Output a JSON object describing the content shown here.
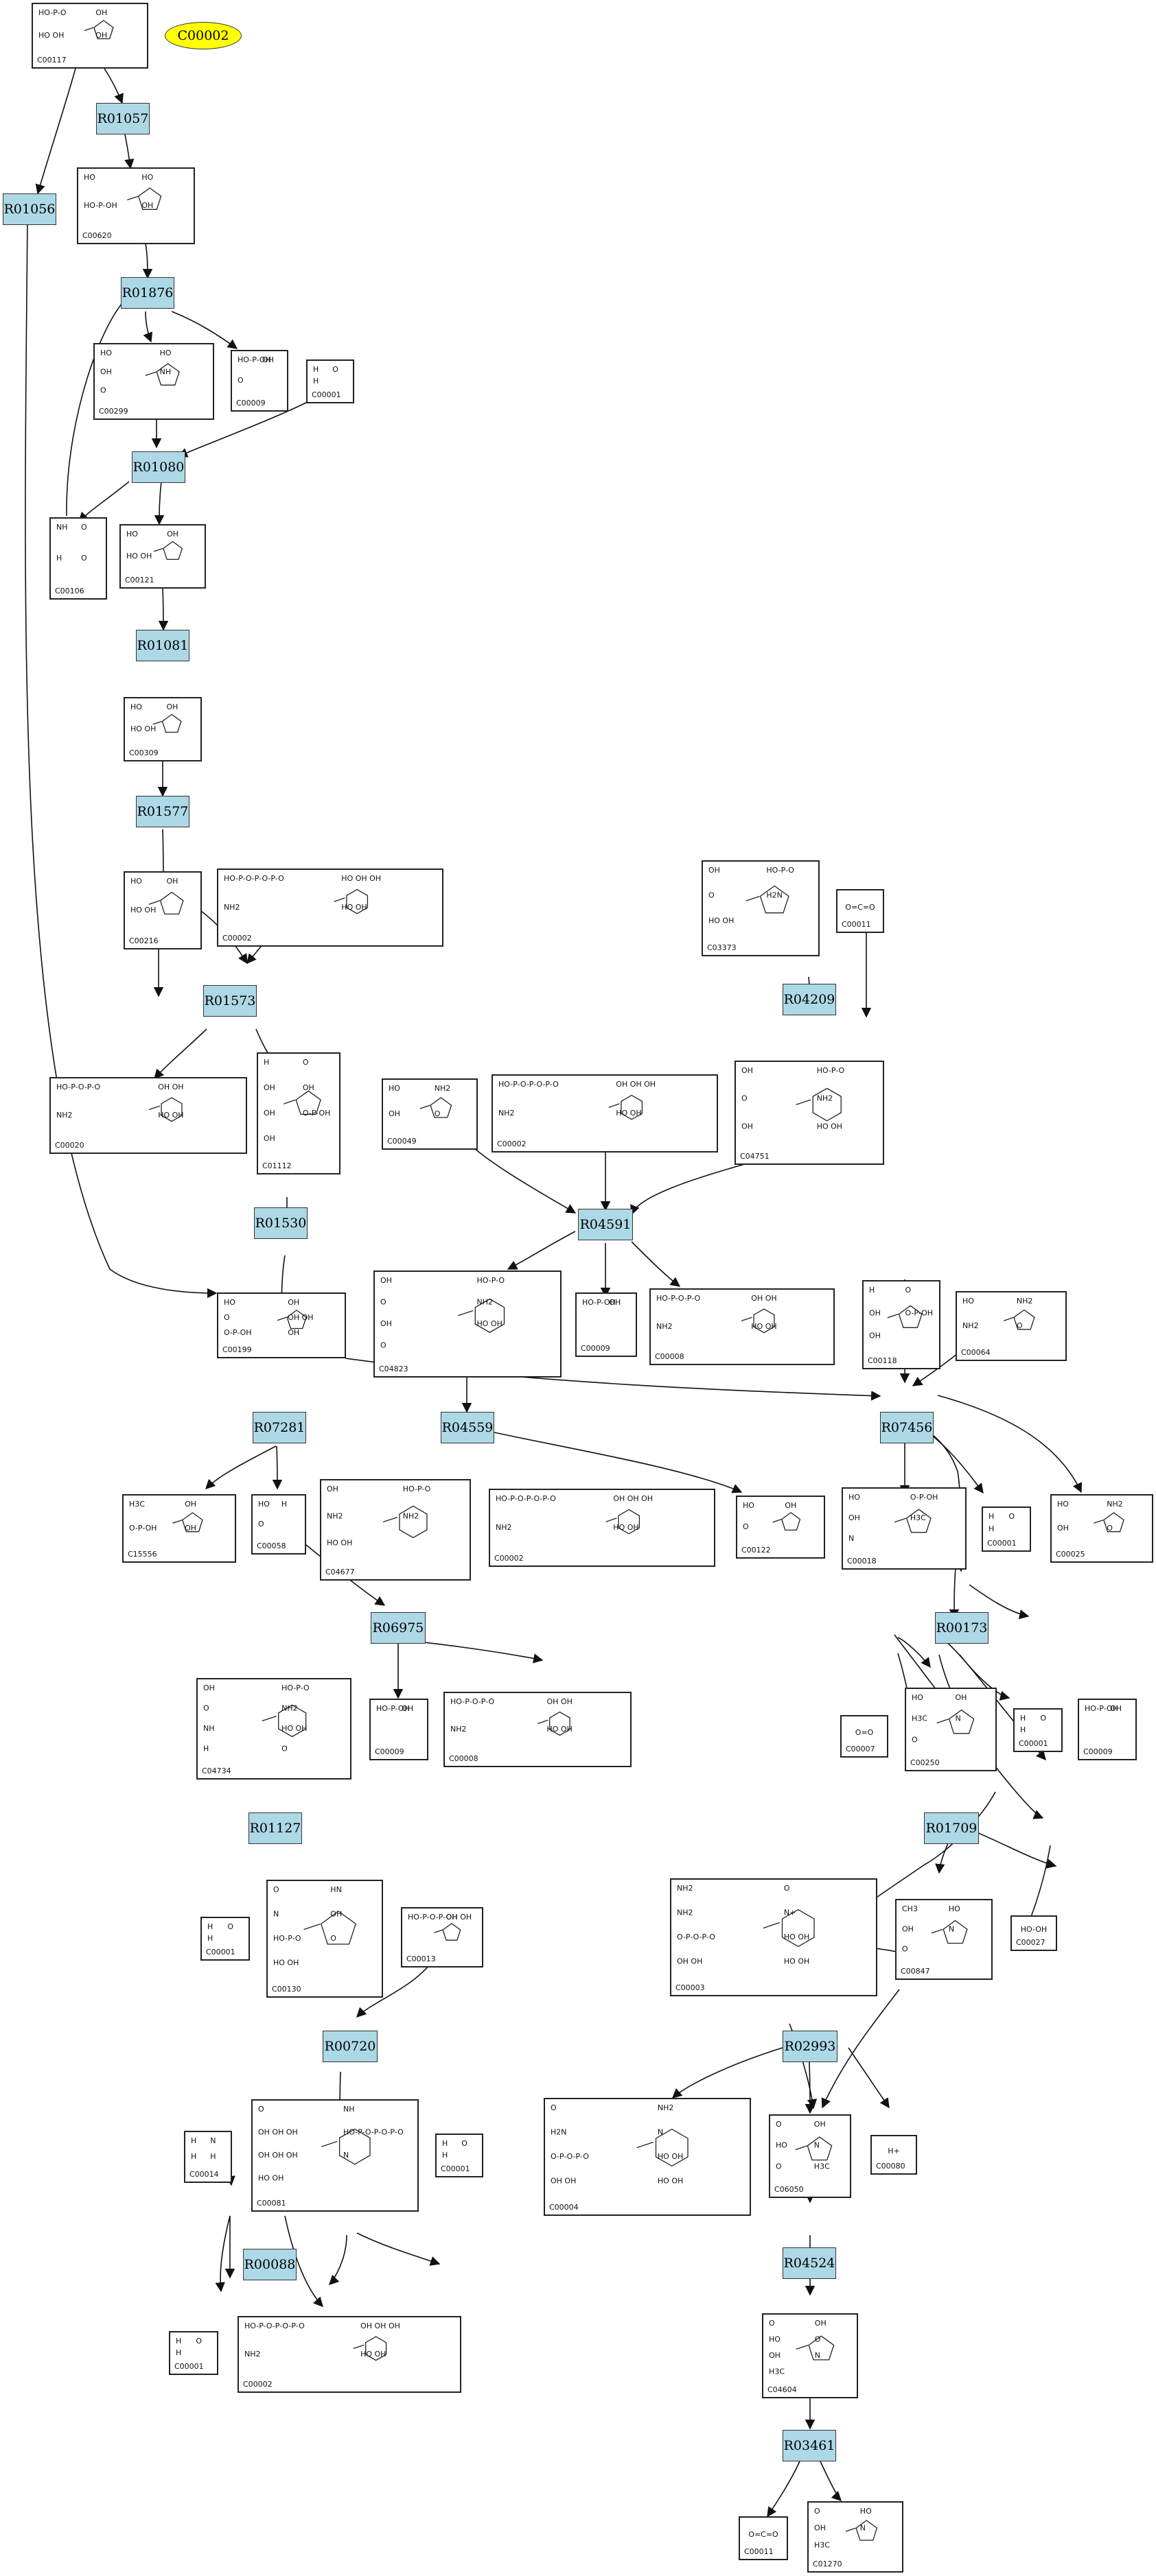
{
  "pathway_label": "C00002",
  "reactions": [
    "R01057",
    "R01056",
    "R01876",
    "R01080",
    "R01081",
    "R01577",
    "R01573",
    "R01530",
    "R04209",
    "R04591",
    "R07281",
    "R04559",
    "R07456",
    "R06975",
    "R00173",
    "R01127",
    "R01709",
    "R00720",
    "R02993",
    "R00088",
    "R04524",
    "R03461"
  ],
  "compounds": {
    "n_c00117": {
      "id": "C00117",
      "text": [
        "HO-P-O",
        "OH",
        "HO OH",
        "OH"
      ]
    },
    "n_c00620": {
      "id": "C00620",
      "text": [
        "HO",
        "HO",
        "HO-P-OH",
        "OH"
      ]
    },
    "n_c00299": {
      "id": "C00299",
      "text": [
        "HO",
        "HO",
        "OH",
        "NH",
        "O"
      ]
    },
    "n_c00009a": {
      "id": "C00009",
      "text": [
        "HO-P-OH",
        "OH",
        "O"
      ]
    },
    "n_c00001a": {
      "id": "C00001",
      "text": [
        "H",
        "O",
        "H"
      ]
    },
    "n_c00106": {
      "id": "C00106",
      "text": [
        "NH",
        "O",
        "H",
        "O"
      ]
    },
    "n_c00121": {
      "id": "C00121",
      "text": [
        "HO",
        "OH",
        "HO OH"
      ]
    },
    "n_c00309": {
      "id": "C00309",
      "text": [
        "HO",
        "OH",
        "HO OH"
      ]
    },
    "n_c00216": {
      "id": "C00216",
      "text": [
        "HO",
        "OH",
        "HO OH"
      ]
    },
    "n_c00002a": {
      "id": "C00002",
      "text": [
        "HO-P-O-P-O-P-O",
        "HO OH OH",
        "NH2",
        "HO OH"
      ]
    },
    "n_c03373": {
      "id": "C03373",
      "text": [
        "OH",
        "HO-P-O",
        "O",
        "H2N",
        "HO OH"
      ]
    },
    "n_c00011a": {
      "id": "C00011",
      "text": [
        "O=C=O"
      ]
    },
    "n_c00020": {
      "id": "C00020",
      "text": [
        "HO-P-O-P-O",
        "OH OH",
        "NH2",
        "HO OH"
      ]
    },
    "n_c01112": {
      "id": "C01112",
      "text": [
        "H",
        "O",
        "OH",
        "OH",
        "OH",
        "O-P-OH",
        "OH"
      ]
    },
    "n_c04751": {
      "id": "C04751",
      "text": [
        "OH",
        "HO-P-O",
        "O",
        "NH2",
        "OH",
        "HO OH"
      ]
    },
    "n_c00049": {
      "id": "C00049",
      "text": [
        "HO",
        "NH2",
        "OH",
        "O"
      ]
    },
    "n_c00002b": {
      "id": "C00002",
      "text": [
        "HO-P-O-P-O-P-O",
        "OH OH OH",
        "NH2",
        "HO OH"
      ]
    },
    "n_c04823": {
      "id": "C04823",
      "text": [
        "OH",
        "HO-P-O",
        "O",
        "NH2",
        "OH",
        "HO OH",
        "O"
      ]
    },
    "n_c00009b": {
      "id": "C00009",
      "text": [
        "HO-P-OH",
        "OH"
      ]
    },
    "n_c00008": {
      "id": "C00008",
      "text": [
        "HO-P-O-P-O",
        "OH OH",
        "NH2",
        "HO OH"
      ]
    },
    "n_c00199": {
      "id": "C00199",
      "text": [
        "HO",
        "OH",
        "O",
        "OH OH",
        "O-P-OH",
        "OH"
      ]
    },
    "n_c00118": {
      "id": "C00118",
      "text": [
        "H",
        "O",
        "OH",
        "O-P-OH",
        "OH"
      ]
    },
    "n_c00064": {
      "id": "C00064",
      "text": [
        "HO",
        "NH2",
        "NH2",
        "O"
      ]
    },
    "n_c15556": {
      "id": "C15556",
      "text": [
        "H3C",
        "OH",
        "O-P-OH",
        "OH"
      ]
    },
    "n_c00058": {
      "id": "C00058",
      "text": [
        "HO",
        "H",
        "O"
      ]
    },
    "n_c04677": {
      "id": "C04677",
      "text": [
        "OH",
        "HO-P-O",
        "NH2",
        "NH2",
        "HO OH"
      ]
    },
    "n_c00002c": {
      "id": "C00002",
      "text": [
        "HO-P-O-P-O-P-O",
        "OH OH OH",
        "NH2",
        "HO OH"
      ]
    },
    "n_c00122": {
      "id": "C00122",
      "text": [
        "HO",
        "OH",
        "O"
      ]
    },
    "n_c00018": {
      "id": "C00018",
      "text": [
        "HO",
        "O-P-OH",
        "OH",
        "H3C",
        "N"
      ]
    },
    "n_c00001b": {
      "id": "C00001",
      "text": [
        "H",
        "O",
        "H"
      ]
    },
    "n_c00025": {
      "id": "C00025",
      "text": [
        "HO",
        "NH2",
        "OH",
        "O"
      ]
    },
    "n_c04734": {
      "id": "C04734",
      "text": [
        "OH",
        "HO-P-O",
        "O",
        "NH2",
        "NH",
        "HO OH",
        "H",
        "O"
      ]
    },
    "n_c00009c": {
      "id": "C00009",
      "text": [
        "HO-P-OH",
        "OH"
      ]
    },
    "n_c00008b": {
      "id": "C00008",
      "text": [
        "HO-P-O-P-O",
        "OH OH",
        "NH2",
        "HO OH"
      ]
    },
    "n_c00250": {
      "id": "C00250",
      "text": [
        "HO",
        "OH",
        "H3C",
        "N",
        "O"
      ]
    },
    "n_c00007": {
      "id": "C00007",
      "text": [
        "O=O"
      ]
    },
    "n_c00001c": {
      "id": "C00001",
      "text": [
        "H",
        "O",
        "H"
      ]
    },
    "n_c00009d": {
      "id": "C00009",
      "text": [
        "HO-P-OH",
        "OH"
      ]
    },
    "n_c00001d": {
      "id": "C00001",
      "text": [
        "H",
        "O",
        "H"
      ]
    },
    "n_c00130": {
      "id": "C00130",
      "text": [
        "O",
        "HN",
        "N",
        "OH",
        "HO-P-O",
        "O",
        "HO OH"
      ]
    },
    "n_c00013": {
      "id": "C00013",
      "text": [
        "HO-P-O-P-OH",
        "OH OH"
      ]
    },
    "n_c00003": {
      "id": "C00003",
      "text": [
        "NH2",
        "O",
        "NH2",
        "N+",
        "O-P-O-P-O",
        "HO OH",
        "OH OH",
        "HO OH"
      ]
    },
    "n_c00847": {
      "id": "C00847",
      "text": [
        "CH3",
        "HO",
        "OH",
        "N",
        "O"
      ]
    },
    "n_c00027": {
      "id": "C00027",
      "text": [
        "HO-OH"
      ]
    },
    "n_c00081": {
      "id": "C00081",
      "text": [
        "O",
        "NH",
        "OH OH OH",
        "HO-P-O-P-O-P-O",
        "OH OH OH",
        "N",
        "HO OH"
      ]
    },
    "n_c00001e": {
      "id": "C00001",
      "text": [
        "H",
        "O",
        "H"
      ]
    },
    "n_c00014": {
      "id": "C00014",
      "text": [
        "H",
        "N",
        "H",
        "H"
      ]
    },
    "n_c00004": {
      "id": "C00004",
      "text": [
        "O",
        "NH2",
        "H2N",
        "N",
        "O-P-O-P-O",
        "HO OH",
        "OH OH",
        "HO OH"
      ]
    },
    "n_c06050": {
      "id": "C06050",
      "text": [
        "O",
        "OH",
        "HO",
        "N",
        "O",
        "H3C"
      ]
    },
    "n_c00080": {
      "id": "C00080",
      "text": [
        "H+"
      ]
    },
    "n_c00001f": {
      "id": "C00001",
      "text": [
        "H",
        "O",
        "H"
      ]
    },
    "n_c00002d": {
      "id": "C00002",
      "text": [
        "HO-P-O-P-O-P-O",
        "OH OH OH",
        "NH2",
        "HO OH"
      ]
    },
    "n_c04604": {
      "id": "C04604",
      "text": [
        "O",
        "OH",
        "HO",
        "O",
        "OH",
        "N",
        "H3C"
      ]
    },
    "n_c00011b": {
      "id": "C00011",
      "text": [
        "O=C=O"
      ]
    },
    "n_c01270": {
      "id": "C01270",
      "text": [
        "O",
        "HO",
        "OH",
        "N",
        "H3C"
      ]
    }
  }
}
